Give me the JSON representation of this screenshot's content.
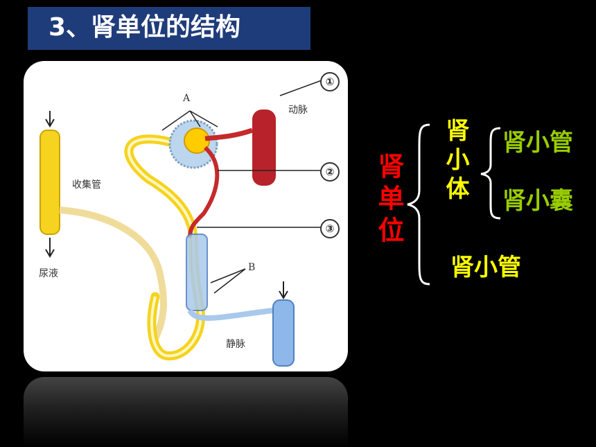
{
  "title": "3、肾单位的结构",
  "diagram": {
    "labels": {
      "artery": "动脉",
      "collecting_duct": "收集管",
      "urine": "尿液",
      "vein": "静脉",
      "A": "A",
      "B": "B"
    },
    "markers": [
      "①",
      "②",
      "③"
    ]
  },
  "hierarchy": {
    "root": "肾单位",
    "branch_1": "肾小体",
    "branch_1_children": [
      "肾小管",
      "肾小囊"
    ],
    "branch_2": "肾小管"
  },
  "colors": {
    "title_bg": "#1f3c7a",
    "root": "#ff0000",
    "branch": "#ffff00",
    "leaf": "#99cc00",
    "brace": "#ffffff"
  }
}
